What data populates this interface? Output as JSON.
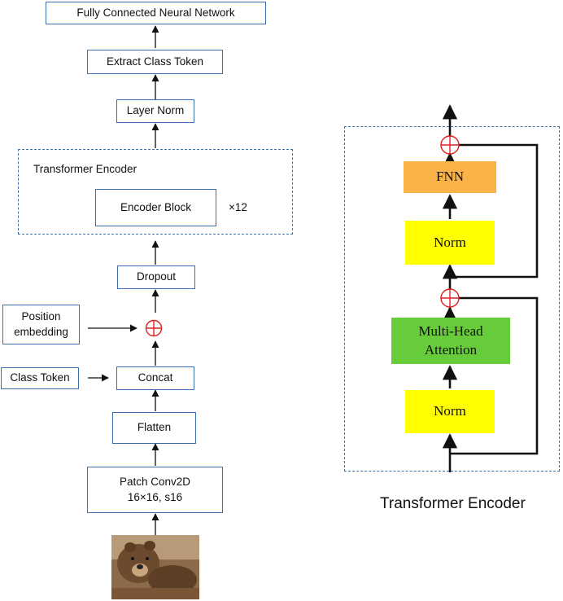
{
  "left": {
    "fcnn": "Fully Connected Neural Network",
    "extract": "Extract Class Token",
    "layer_norm": "Layer Norm",
    "encoder_title": "Transformer Encoder",
    "encoder_block": "Encoder Block",
    "repeat": "×12",
    "dropout": "Dropout",
    "position_line1": "Position",
    "position_line2": "embedding",
    "class_token": "Class Token",
    "concat": "Concat",
    "flatten": "Flatten",
    "patch_line1": "Patch Conv2D",
    "patch_line2": "16×16, s16",
    "input_image": "bear photo"
  },
  "right": {
    "fnn": "FNN",
    "norm_top": "Norm",
    "mha_line1": "Multi-Head",
    "mha_line2": "Attention",
    "norm_bottom": "Norm",
    "caption": "Transformer Encoder"
  },
  "colors": {
    "box_border": "#3a6fb0",
    "fnn_fill": "#f9b348",
    "norm_fill": "#ffff00",
    "mha_fill": "#66cc3a",
    "add_symbol": "#e02020"
  }
}
